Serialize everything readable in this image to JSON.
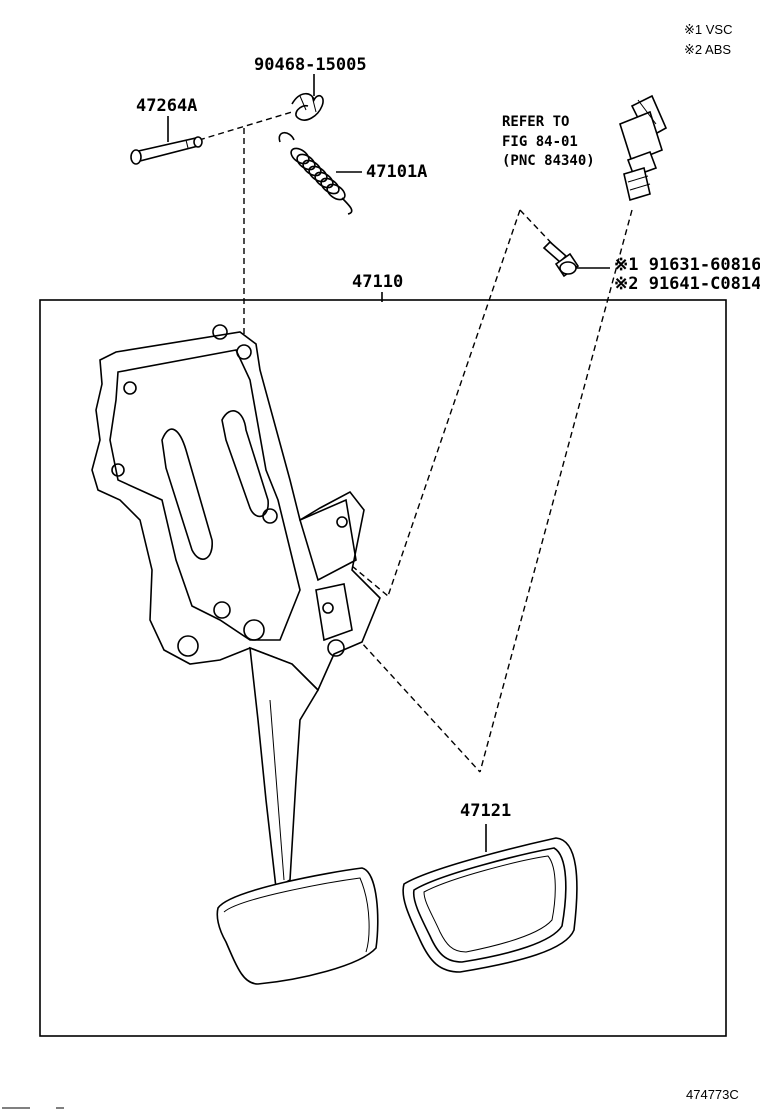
{
  "notes": {
    "note1": "※1 VSC",
    "note2": "※2 ABS"
  },
  "parts": {
    "clip": "90468-15005",
    "pin": "47264A",
    "spring": "47101A",
    "pedal_assy": "47110",
    "pad": "47121",
    "bolt_vsc": "※1 91631-60816",
    "bolt_abs": "※2 91641-C0814"
  },
  "refer": {
    "line1": "REFER TO",
    "line2": "FIG 84-01",
    "line3": "(PNC 84340)"
  },
  "diagram_code": "474773C"
}
